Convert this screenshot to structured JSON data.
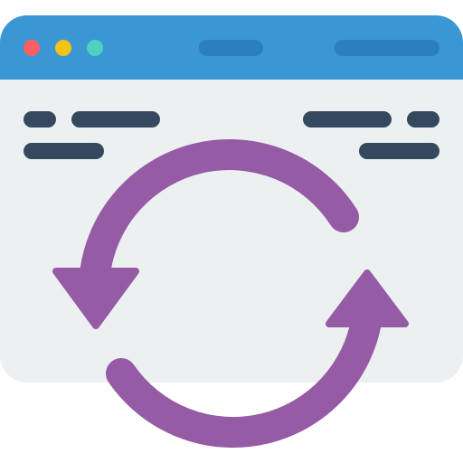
{
  "colors": {
    "titlebar": "#3b97d3",
    "titlebar_pill": "#2c7fbf",
    "window_body": "#ecf0f1",
    "text_line": "#35495e",
    "close_dot": "#fd5f62",
    "minimize_dot": "#f3c316",
    "maximize_dot": "#4fd1c1",
    "refresh_arrows": "#955ba5"
  },
  "window": {
    "controls": [
      "close-dot",
      "minimize-dot",
      "maximize-dot"
    ]
  },
  "icon": "refresh-icon"
}
